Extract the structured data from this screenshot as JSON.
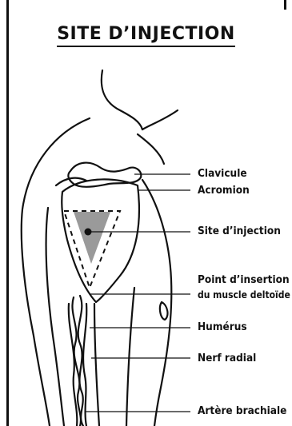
{
  "title": "SITE D’INJECTION",
  "labels": {
    "clavicule": "Clavicule",
    "acromion": "Acromion",
    "site": "Site d’injection",
    "insertion_line1": "Point d’insertion",
    "insertion_line2": "du muscle deltoïde",
    "humerus": "Humérus",
    "nerf": "Nerf radial",
    "artere": "Artère brachiale"
  },
  "colors": {
    "ink": "#111111",
    "triangle_fill": "#9a9a9a",
    "background": "#ffffff"
  }
}
